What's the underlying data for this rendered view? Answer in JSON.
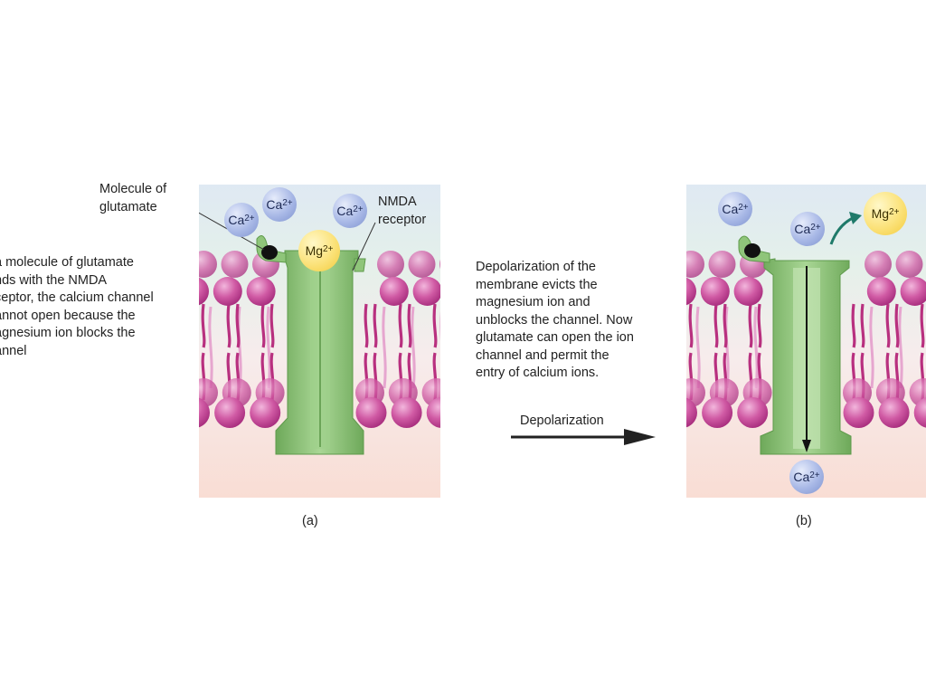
{
  "panel_a": {
    "description_lines": [
      "a molecule of glutamate",
      "nds with the NMDA",
      "ceptor, the calcium channel",
      "annot open because the",
      "agnesium ion blocks the",
      "annel"
    ],
    "glutamate_label_lines": [
      "Molecule of",
      "glutamate"
    ],
    "receptor_label_lines": [
      "NMDA",
      "receptor"
    ],
    "ion_ca": "Ca",
    "ion_mg": "Mg",
    "charge": "2+",
    "caption": "(a)"
  },
  "panel_b": {
    "description_lines": [
      "Depolarization of the",
      "membrane evicts the",
      "magnesium ion and",
      "unblocks the channel. Now",
      "glutamate can open the ion",
      "channel and permit the",
      "entry of calcium ions."
    ],
    "ion_ca": "Ca",
    "ion_mg": "Mg",
    "charge": "2+",
    "caption": "(b)"
  },
  "transition": {
    "label": "Depolarization"
  },
  "colors": {
    "extracellular_top": "#dde8f2",
    "extracellular_mid": "#e6f1ec",
    "intracellular": "#f9dfd6",
    "lipid_head": "#c34a97",
    "lipid_tail": "#b8307f",
    "channel": "#8fc57a",
    "channel_dark": "#6fab5b",
    "arrow_teal": "#1f7a6a"
  }
}
